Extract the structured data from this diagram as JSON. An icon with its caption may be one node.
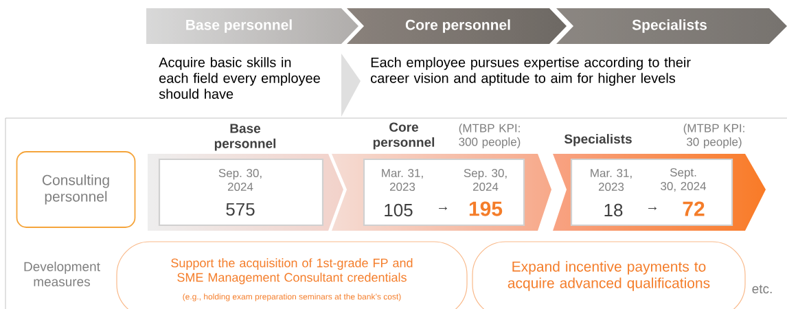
{
  "diagram": {
    "nodes": [
      {
        "text": [
          "Base personnel"
        ]
      },
      {
        "text": [
          "Core personnel"
        ]
      },
      {
        "text": [
          "Specialists"
        ]
      },
      {
        "text": [
          "Consulting personnel"
        ]
      },
      {
        "text": [
          "Base personnel"
        ]
      },
      {
        "text": [
          "Sep. 30, 2024",
          "575"
        ],
        "in": 4
      },
      {
        "text": [
          "Core personnel",
          "(MTBP KPI: 300 people)"
        ]
      },
      {
        "text": [
          "Mar. 31, 2023",
          "Sep. 30, 2024",
          "105",
          "→",
          "195"
        ],
        "in": 6
      },
      {
        "text": [
          "Specialists",
          "(MTBP KPI: 30 people)"
        ]
      },
      {
        "text": [
          "Mar. 31, 2023",
          "Sept. 30, 2024",
          "18",
          "→",
          "72"
        ],
        "in": 8
      },
      {
        "text": [
          "Support the acquisition of 1st-grade FP and SME Management Consultant credentials",
          "(e.g., holding exam preparation seminars at the bank’s cost)"
        ]
      },
      {
        "text": [
          "Expand incentive payments to acquire advanced qualifications"
        ]
      }
    ],
    "labels": [
      "Acquire basic skills in each field every employee should have",
      "Each employee pursues expertise according to their career vision and aptitude to aim for higher levels",
      "Development measures",
      "etc."
    ]
  }
}
